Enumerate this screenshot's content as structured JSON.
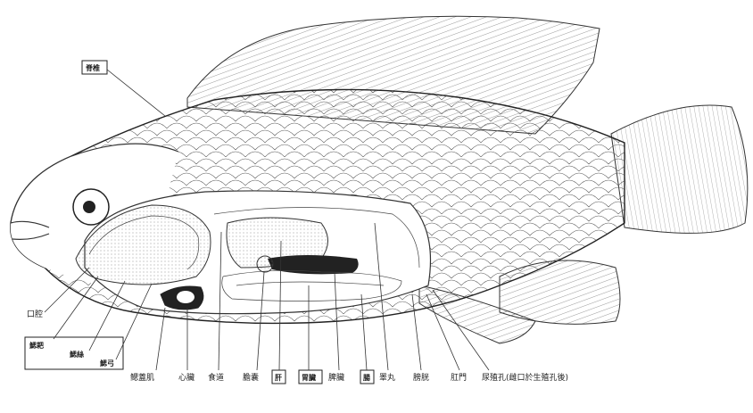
{
  "labels": {
    "spine_box": "脊椎",
    "mouth": "口腔",
    "gill_filament": "鰓耙",
    "gill_arch": "鰓絲",
    "gill_raker": "鰓弓",
    "pericardial": "鳃蓋肌",
    "heart": "心臟",
    "esophagus": "食道",
    "swim_bladder": "膽囊",
    "liver_box": "肝",
    "stomach_box": "胃臟",
    "spleen": "脾臟",
    "intestine_box": "腸",
    "kidney": "睪丸",
    "gonad": "膀胱",
    "anus": "肛門",
    "urogenital": "尿殖孔(雌口於生殖孔後)"
  }
}
